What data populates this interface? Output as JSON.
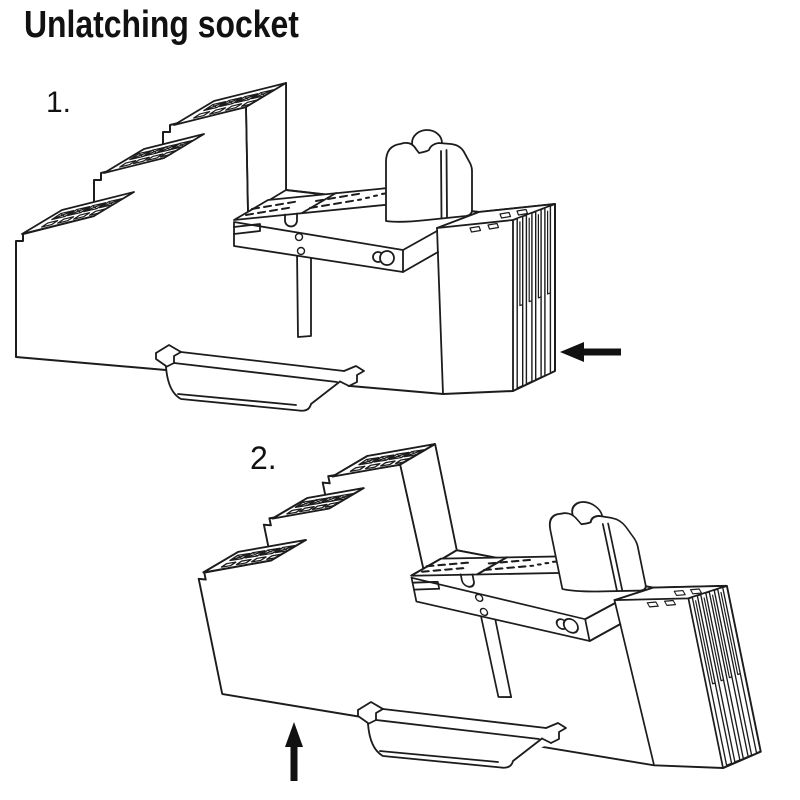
{
  "title": "Unlatching socket",
  "steps": [
    {
      "label": "1.",
      "arrow_icon": "arrow-left-icon",
      "arrow_direction": "left"
    },
    {
      "label": "2.",
      "arrow_icon": "arrow-up-icon",
      "arrow_direction": "up"
    }
  ],
  "colors": {
    "ink": "#1c1c1c",
    "arrow": "#111111",
    "background": "#ffffff"
  }
}
